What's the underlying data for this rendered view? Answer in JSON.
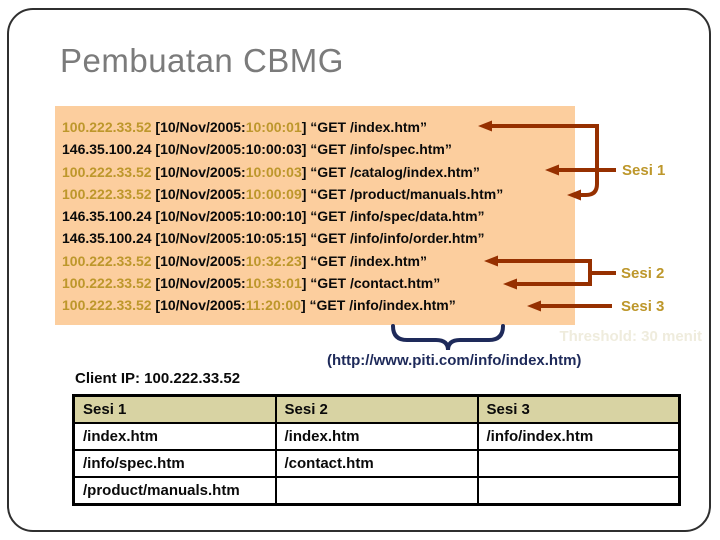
{
  "slide": {
    "title": "Pembuatan CBMG"
  },
  "log": {
    "date_prefix": "[10/Nov/2005:",
    "request_prefix": "] “GET ",
    "request_suffix": "”",
    "highlight_ip": "100.222.33.52",
    "lines": [
      {
        "ip": "100.222.33.52",
        "time": "10:00:01",
        "path": "/index.htm",
        "highlight": true
      },
      {
        "ip": "146.35.100.24",
        "time": "10:00:03",
        "path": "/info/spec.htm",
        "highlight": false
      },
      {
        "ip": "100.222.33.52",
        "time": "10:00:03",
        "path": "/catalog/index.htm",
        "highlight": true
      },
      {
        "ip": "100.222.33.52",
        "time": "10:00:09",
        "path": "/product/manuals.htm",
        "highlight": true
      },
      {
        "ip": "146.35.100.24",
        "time": "10:00:10",
        "path": "/info/spec/data.htm",
        "highlight": false
      },
      {
        "ip": "146.35.100.24",
        "time": "10:05:15",
        "path": "/info/info/order.htm",
        "highlight": false
      },
      {
        "ip": "100.222.33.52",
        "time": "10:32:23",
        "path": "/index.htm",
        "highlight": true
      },
      {
        "ip": "100.222.33.52",
        "time": "10:33:01",
        "path": "/contact.htm",
        "highlight": true
      },
      {
        "ip": "100.222.33.52",
        "time": "11:20:00",
        "path": "/info/index.htm",
        "highlight": true
      }
    ]
  },
  "sessions": {
    "labels": [
      "Sesi 1",
      "Sesi 2",
      "Sesi 3"
    ]
  },
  "threshold_note": "Threshold: 30 menit",
  "url_note": "(http://www.piti.com/info/index.htm)",
  "client_ip_label": "Client IP: 100.222.33.52",
  "table": {
    "headers": [
      "Sesi 1",
      "Sesi 2",
      "Sesi 3"
    ],
    "rows": [
      [
        "/index.htm",
        "/index.htm",
        "/info/index.htm"
      ],
      [
        "/info/spec.htm",
        "/contact.htm",
        ""
      ],
      [
        "/product/manuals.htm",
        "",
        ""
      ]
    ]
  },
  "colors": {
    "orange_highlight": "#FCCE9E",
    "gold_text": "#BD972B",
    "arrow_dark_red": "#963000",
    "navy_annotation": "#1E2A5A",
    "table_header_tan": "#D8D3A3",
    "title_gray": "#7b7b7b",
    "threshold_faint": "#EFECDD"
  }
}
